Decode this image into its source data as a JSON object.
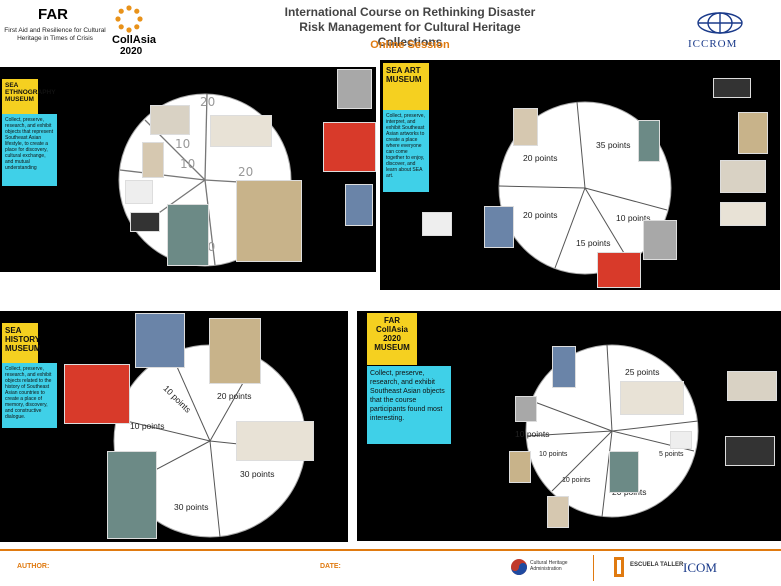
{
  "header": {
    "far_title": "FAR",
    "far_subtitle": "First Aid and Resilience for Cultural Heritage in Times of Crisis",
    "collasia_name": "CollAsia",
    "collasia_year": "2020",
    "course_title": "International Course on Rethinking Disaster Risk Management for Cultural Heritage Collections",
    "session": "Online Session",
    "iccrom": "ICCROM"
  },
  "panels": {
    "ethnography": {
      "title": "SEA ETHNOGRAPHY MUSEUM",
      "desc": "Collect, preserve, research, and exhibit objects that represent Southeast Asian lifestyle, to create a place for discovery, cultural exchange, and mutual understanding",
      "handwritten": [
        "20",
        "10",
        "10",
        "20",
        "20"
      ]
    },
    "art": {
      "title": "SEA ART MUSEUM",
      "desc": "Collect, preserve, interpret, and exhibit Southeast Asian artworks to create a place where everyone can come together to enjoy, discover, and learn about SEA art.",
      "points": [
        "35 points",
        "20 points",
        "20 points",
        "10 points",
        "15 points"
      ]
    },
    "history": {
      "title": "SEA HISTORY MUSEUM",
      "desc": "Collect, preserve, research, and exhibit objects related to the history of Southeast Asian countries to create a place of memory, discovery, and constructive dialogue.",
      "points": [
        "10 points",
        "10 points",
        "20 points",
        "30 points",
        "30 points"
      ]
    },
    "far": {
      "title": "FAR CollAsia 2020 MUSEUM",
      "desc": "Collect, preserve, research, and exhibit Southeast Asian objects that the course participants found most interesting.",
      "points": [
        "25 points",
        "10 points",
        "10 points",
        "10 points",
        "5 points",
        "20 points"
      ]
    }
  },
  "footer": {
    "author_label": "AUTHOR:",
    "date_label": "DATE:",
    "org1": "Cultural Heritage Administration",
    "org2": "ESCUELA TALLER",
    "org3": "ICOM"
  },
  "colors": {
    "accent": "#e07a10",
    "yellow": "#f5d020",
    "cyan": "#3fd0e8",
    "panel": "#000000"
  }
}
